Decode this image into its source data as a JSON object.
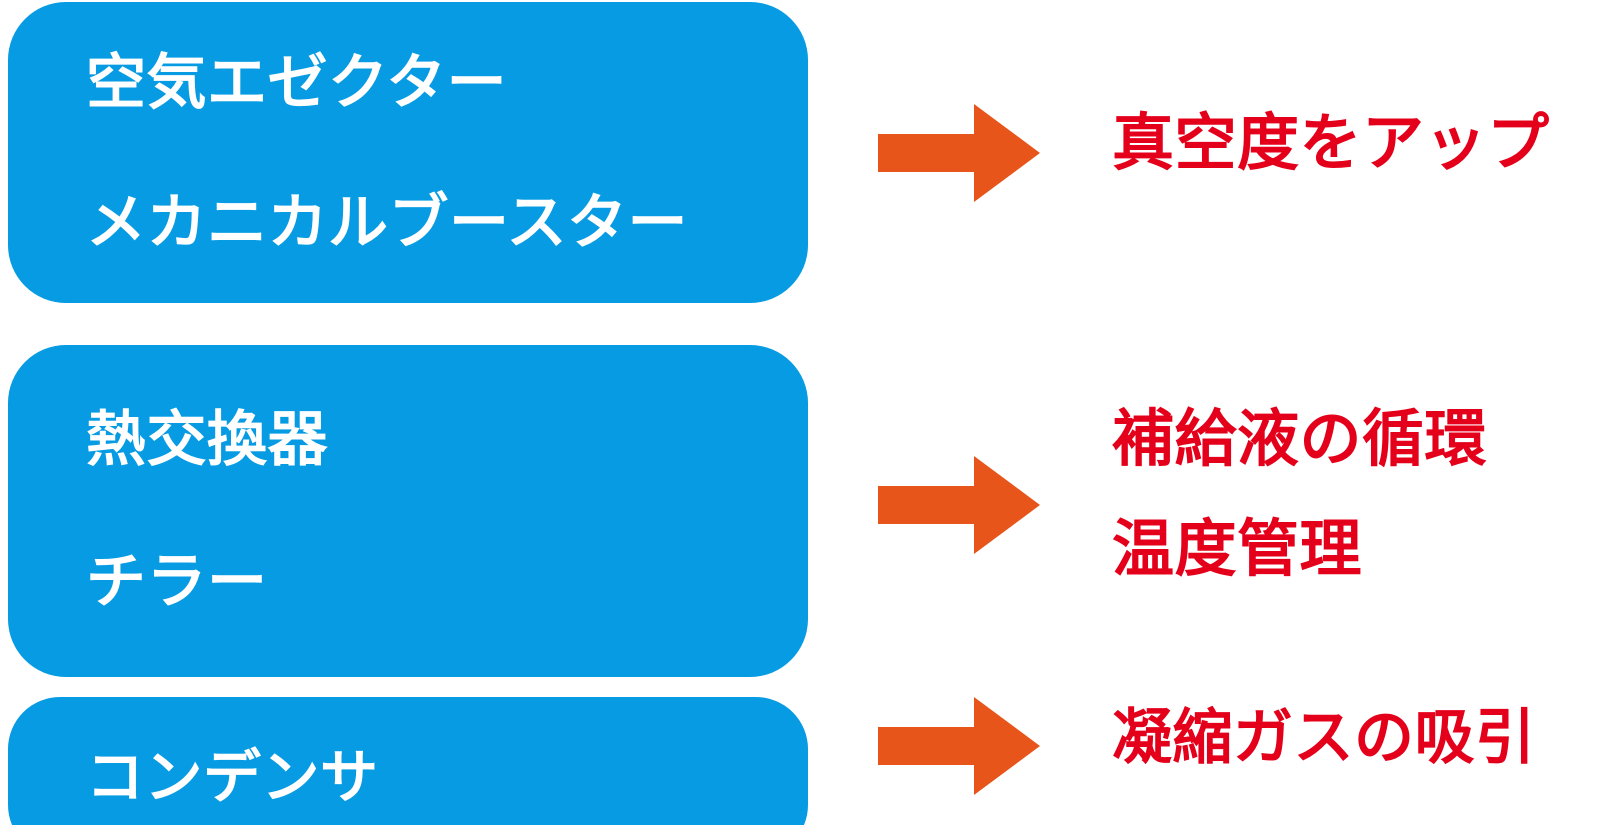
{
  "colors": {
    "box_fill": "#069BE3",
    "box_text": "#FFFFFF",
    "arrow": "#E8551A",
    "caption_text": "#E4001B",
    "background": "#FFFFFF"
  },
  "rows": [
    {
      "box": {
        "lines": [
          "空気エゼクター",
          "メカニカルブースター"
        ]
      },
      "arrow": {
        "icon": "arrow-right-icon"
      },
      "caption": {
        "lines": [
          "真空度をアップ"
        ]
      }
    },
    {
      "box": {
        "lines": [
          "熱交換器",
          "チラー"
        ]
      },
      "arrow": {
        "icon": "arrow-right-icon"
      },
      "caption": {
        "lines": [
          "補給液の循環",
          "温度管理"
        ]
      }
    },
    {
      "box": {
        "lines": [
          "コンデンサ"
        ]
      },
      "arrow": {
        "icon": "arrow-right-icon"
      },
      "caption": {
        "lines": [
          "凝縮ガスの吸引"
        ]
      }
    }
  ]
}
